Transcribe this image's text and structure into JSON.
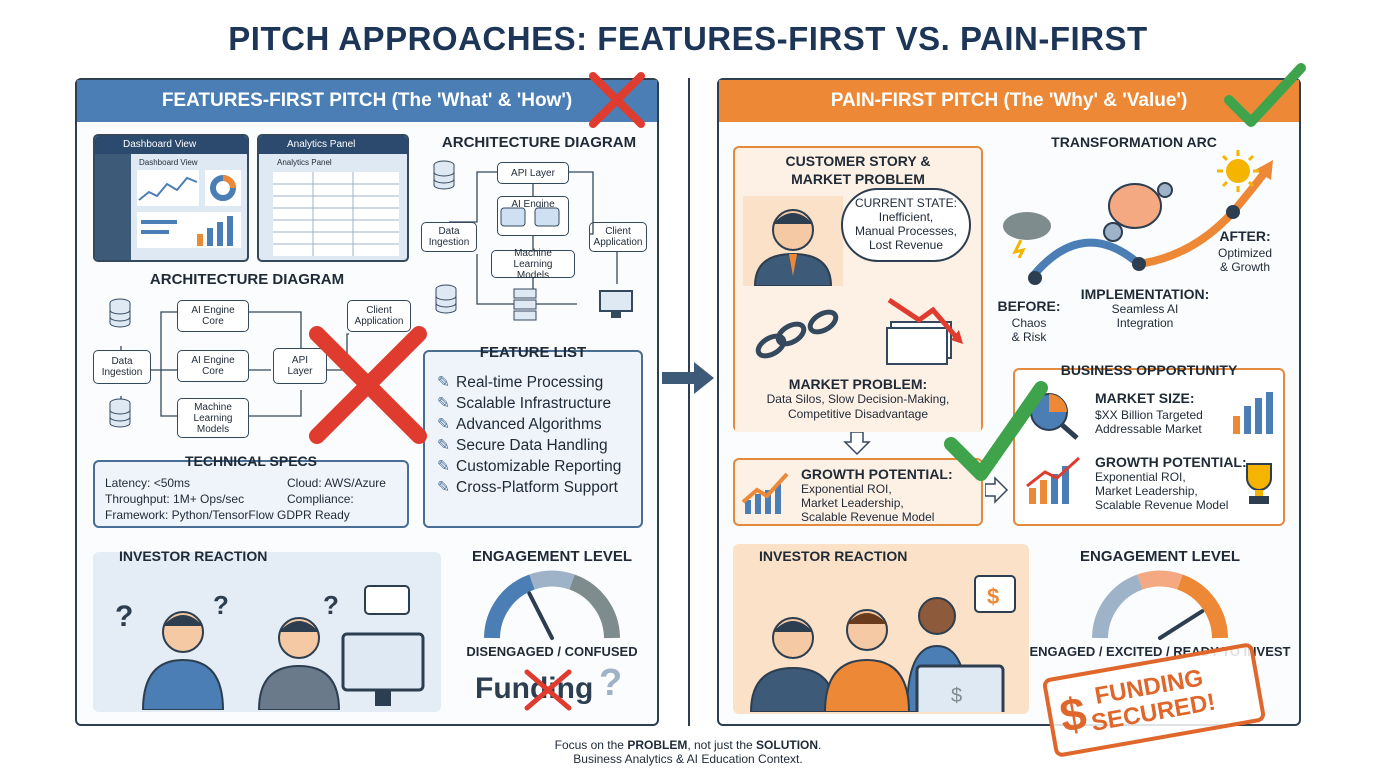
{
  "title": "PITCH APPROACHES: FEATURES-FIRST VS. PAIN-FIRST",
  "left": {
    "header": "FEATURES-FIRST PITCH (The 'What' & 'How')",
    "dashboard_tab": "Dashboard View",
    "dashboard_inner": "Dashboard View",
    "analytics_tab": "Analytics Panel",
    "analytics_inner": "Analytics Panel",
    "arch_top_title": "ARCHITECTURE DIAGRAM",
    "arch_top_nodes": {
      "api": "API Layer",
      "ai": "AI Engine",
      "ingestion": "Data\nIngestion",
      "ml": "Machine Learning\nModels",
      "client": "Client\nApplication"
    },
    "arch_mid_title": "ARCHITECTURE DIAGRAM",
    "arch_mid_nodes": {
      "ingestion": "Data\nIngestion",
      "core1": "AI Engine\nCore",
      "core2": "AI Engine\nCore",
      "ml": "Machine\nLearning\nModels",
      "api": "API\nLayer",
      "client": "Client\nApplication"
    },
    "feature_list_title": "FEATURE LIST",
    "features": [
      "Real-time Processing",
      "Scalable Infrastructure",
      "Advanced Algorithms",
      "Secure Data Handling",
      "Customizable Reporting",
      "Cross-Platform Support"
    ],
    "specs_title": "TECHNICAL SPECS",
    "specs": {
      "latency": "Latency: <50ms",
      "cloud": "Cloud: AWS/Azure",
      "throughput": "Throughput: 1M+ Ops/sec",
      "compliance": "Compliance:",
      "framework": "Framework: Python/TensorFlow GDPR Ready"
    },
    "reaction_title": "INVESTOR REACTION",
    "gauge_title": "ENGAGEMENT LEVEL",
    "gauge_label": "DISENGAGED / CONFUSED",
    "gauge_level": 0.35,
    "funding_text": "Funding"
  },
  "right": {
    "header": "PAIN-FIRST PITCH (The 'Why' & 'Value')",
    "story_title": "CUSTOMER STORY &\nMARKET PROBLEM",
    "current_state": "CURRENT STATE:\nInefficient,\nManual Processes,\nLost Revenue",
    "market_problem_title": "MARKET PROBLEM:",
    "market_problem_text": "Data Silos, Slow Decision-Making,\nCompetitive Disadvantage",
    "growth_title": "GROWTH POTENTIAL:",
    "growth_text": "Exponential ROI,\nMarket Leadership,\nScalable Revenue Model",
    "arc_title": "TRANSFORMATION ARC",
    "before_title": "BEFORE:",
    "before_text": "Chaos\n& Risk",
    "impl_title": "IMPLEMENTATION:",
    "impl_text": "Seamless AI\nIntegration",
    "after_title": "AFTER:",
    "after_text": "Optimized\n& Growth",
    "opp_title": "BUSINESS OPPORTUNITY",
    "market_size_title": "MARKET SIZE:",
    "market_size_text": "$XX Billion Targeted\nAddressable Market",
    "growth2_title": "GROWTH POTENTIAL:",
    "growth2_text": "Exponential ROI,\nMarket Leadership,\nScalable Revenue Model",
    "reaction_title": "INVESTOR REACTION",
    "gauge_title": "ENGAGEMENT LEVEL",
    "gauge_label": "ENGAGED / EXCITED / READY TO INVEST",
    "gauge_level": 0.82,
    "stamp": "FUNDING\nSECURED!"
  },
  "footer": {
    "line1_pre": "Focus on the ",
    "line1_b1": "PROBLEM",
    "line1_mid": ", not just the ",
    "line1_b2": "SOLUTION",
    "line1_end": ".",
    "line2": "Business Analytics & AI Education Context."
  },
  "colors": {
    "left_accent": "#4a7eb5",
    "right_accent": "#ed8936",
    "cross": "#e03b2f",
    "check": "#3ea34a"
  }
}
